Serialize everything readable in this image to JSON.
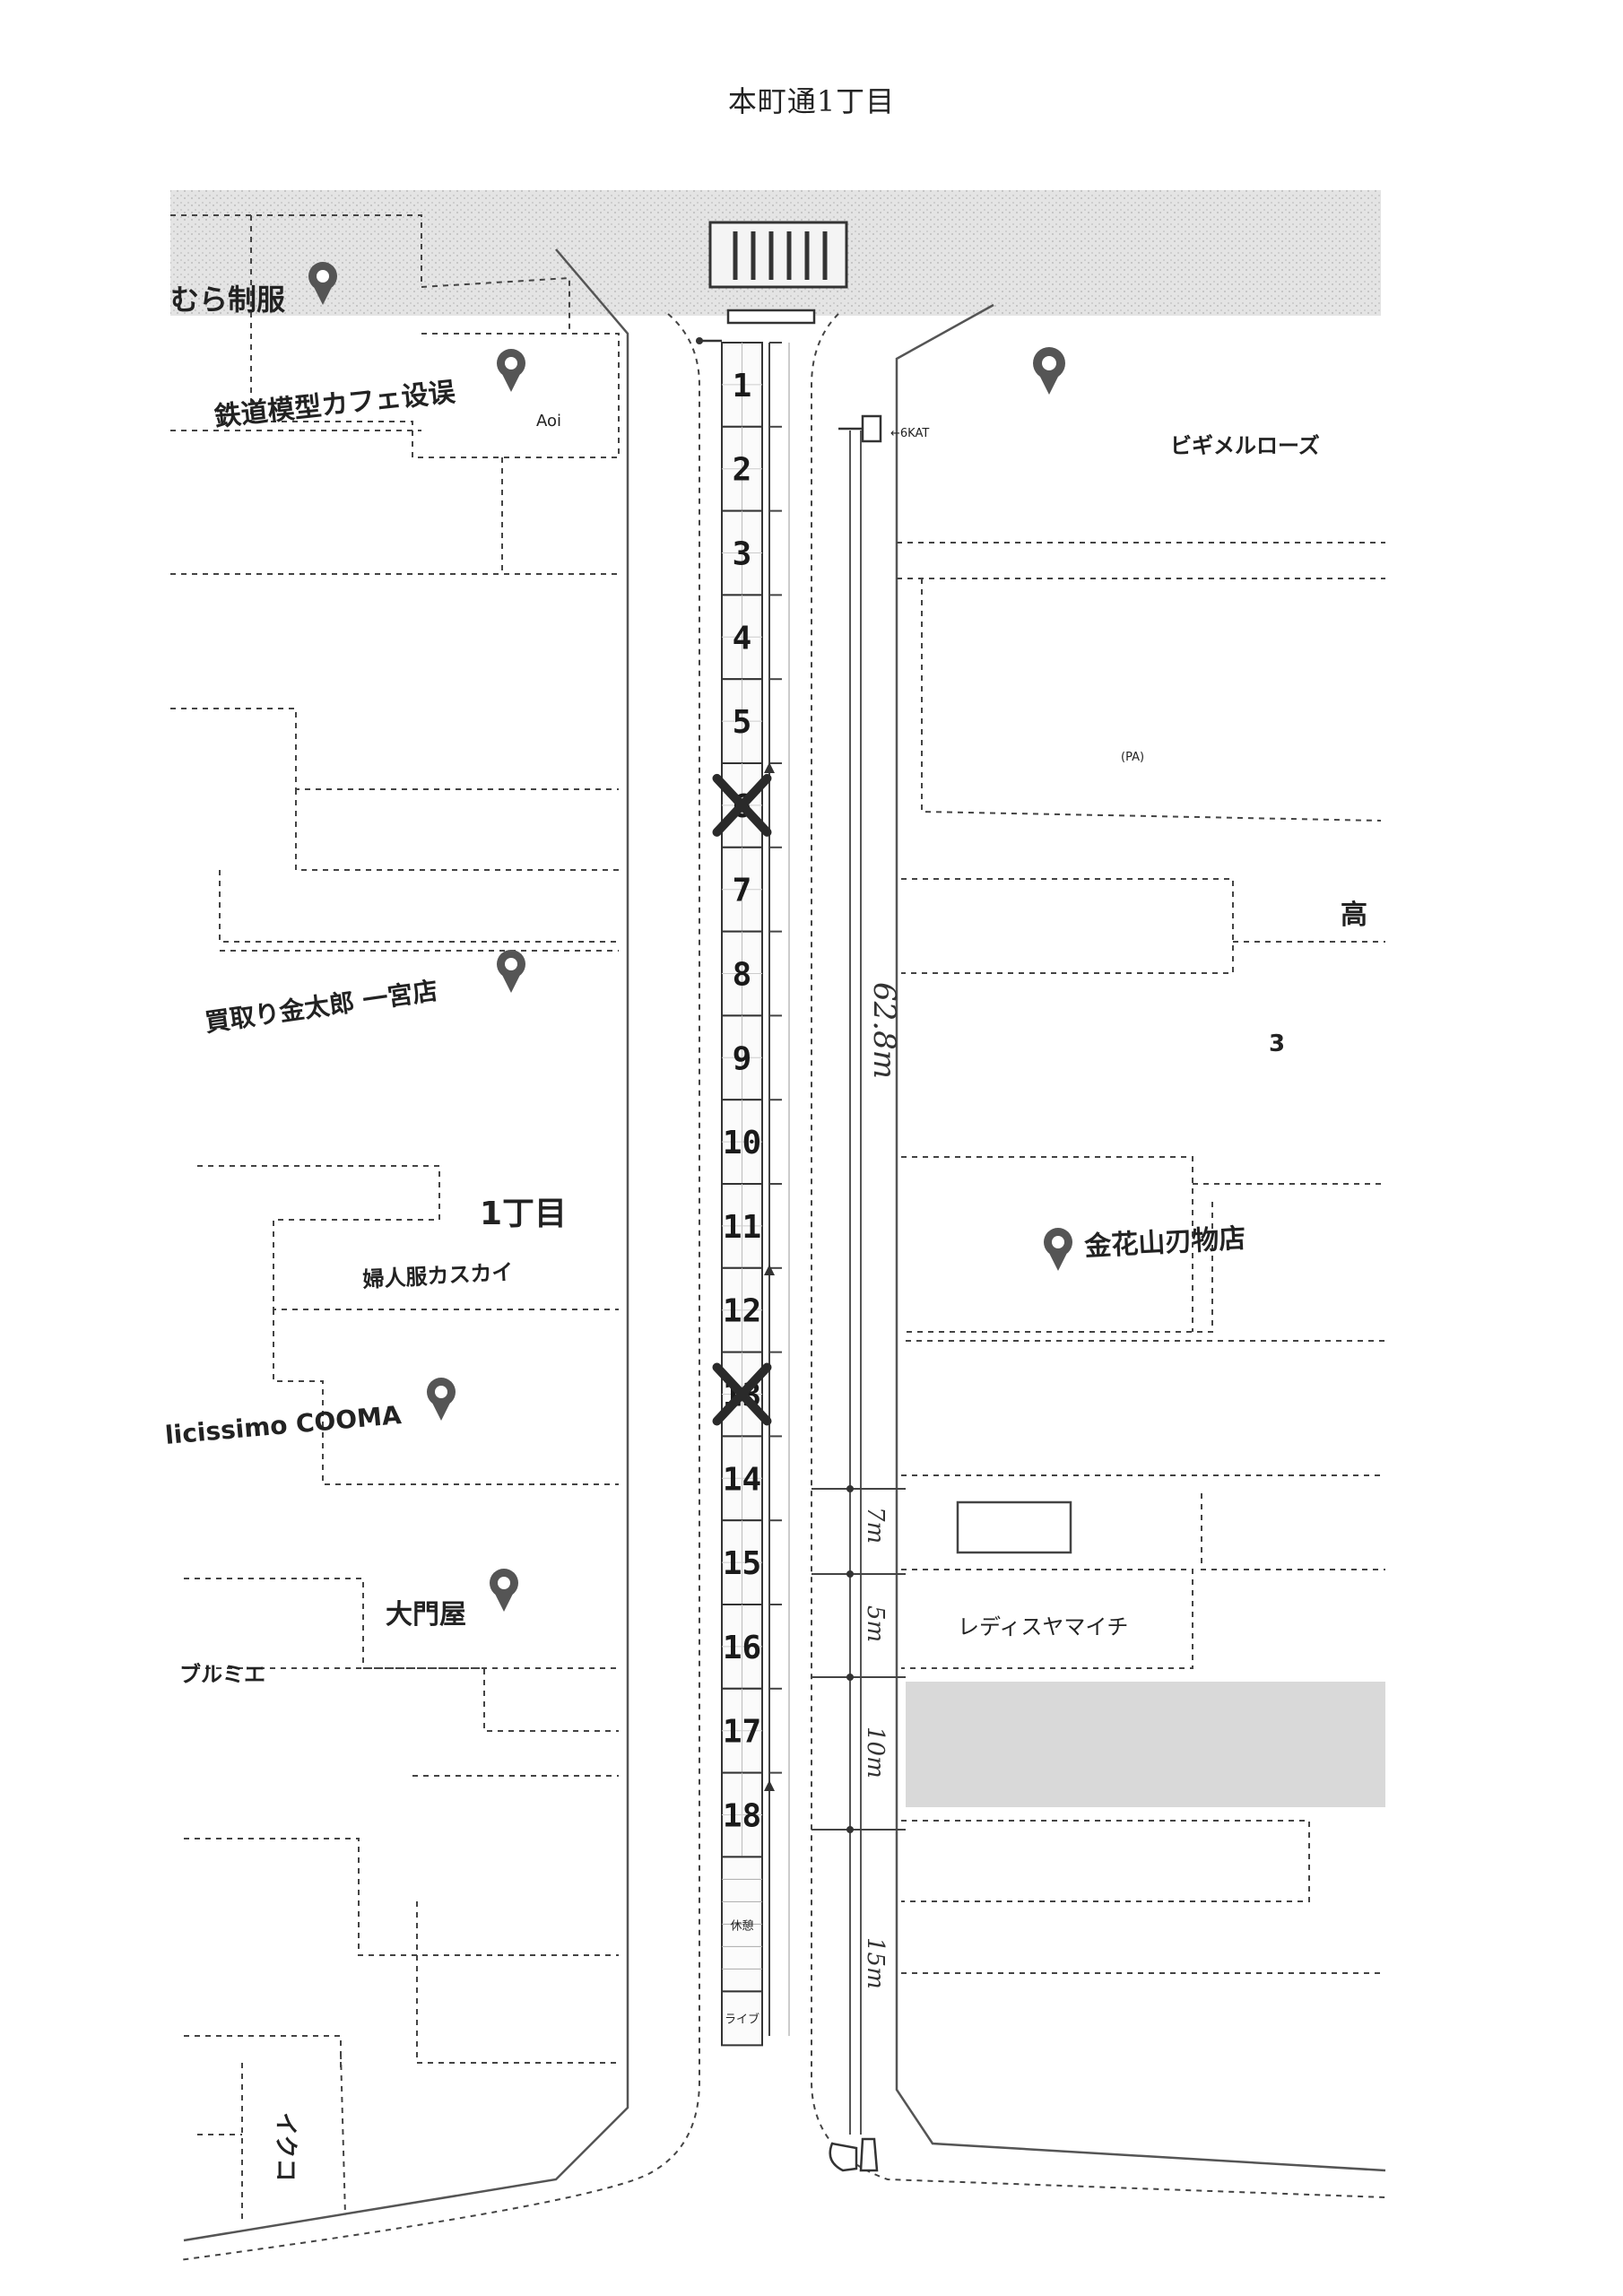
{
  "title": "本町通1丁目",
  "stalls": [
    "1",
    "2",
    "3",
    "4",
    "5",
    "6",
    "7",
    "8",
    "9",
    "10",
    "11",
    "12",
    "13",
    "14",
    "15",
    "16",
    "17",
    "18"
  ],
  "crossed_stalls": [
    "6",
    "13"
  ],
  "stall_rest": "休憩",
  "stall_live": "ライブ",
  "labels": {
    "shop_uniform": "むら制服",
    "shop_cafe": "鉄道模型カフェ设误",
    "shop_aoi": "Aoi",
    "shop_kaitori": "買取り金太郎 一宮店",
    "district": "1丁目",
    "shop_kasukai": "婦人服カスカイ",
    "shop_cooma": "licissimo COOMA",
    "shop_daimon": "大門屋",
    "shop_pulmie": "ブルミエ",
    "shop_ikuko": "イクコ",
    "shop_bigimel": "ビギメルローズ",
    "shop_pa": "(PA)",
    "shop_taka": "高",
    "lot_3": "3",
    "shop_kinkazan": "金花山刃物店",
    "shop_yamaichi": "レディスヤマイチ",
    "pole_tag": "←6KAT"
  },
  "measurements": [
    "62.8m",
    "7m",
    "5m",
    "10m",
    "15m"
  ]
}
